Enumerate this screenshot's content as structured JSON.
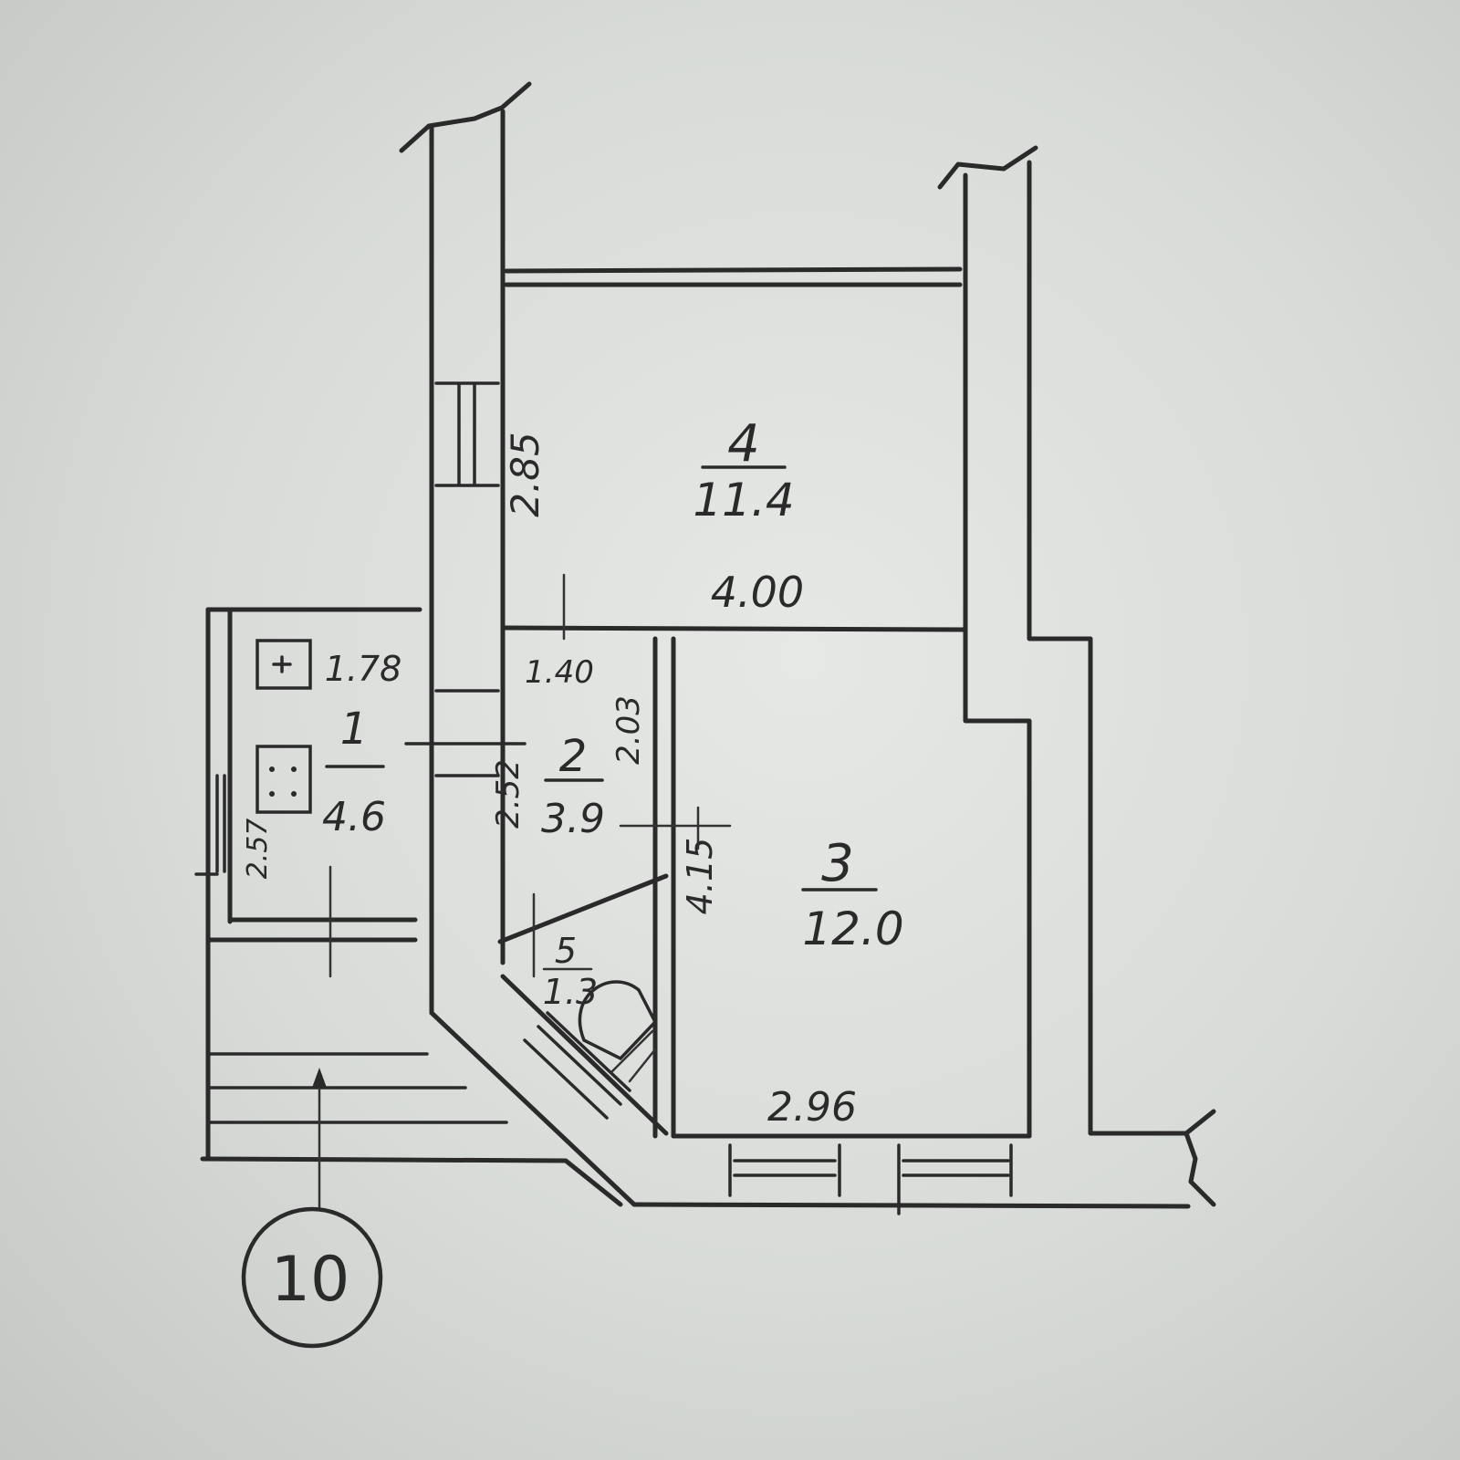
{
  "rooms": [
    {
      "number": "1",
      "area": "4.6"
    },
    {
      "number": "2",
      "area": "3.9"
    },
    {
      "number": "3",
      "area": "12.0"
    },
    {
      "number": "4",
      "area": "11.4"
    },
    {
      "number": "5",
      "area": "1.3"
    }
  ],
  "dimensions": {
    "room4_height": "2.85",
    "room4_width": "4.00",
    "room2_top": "1.40",
    "room2_side": "2.03",
    "room2_height": "2.52",
    "room3_height": "4.15",
    "room3_width": "2.96",
    "room1_width": "1.78",
    "room1_height": "2.57"
  },
  "flat_number": "10",
  "colors": {
    "ink": "#2a2a2a",
    "paper": "#e1e3e1"
  }
}
